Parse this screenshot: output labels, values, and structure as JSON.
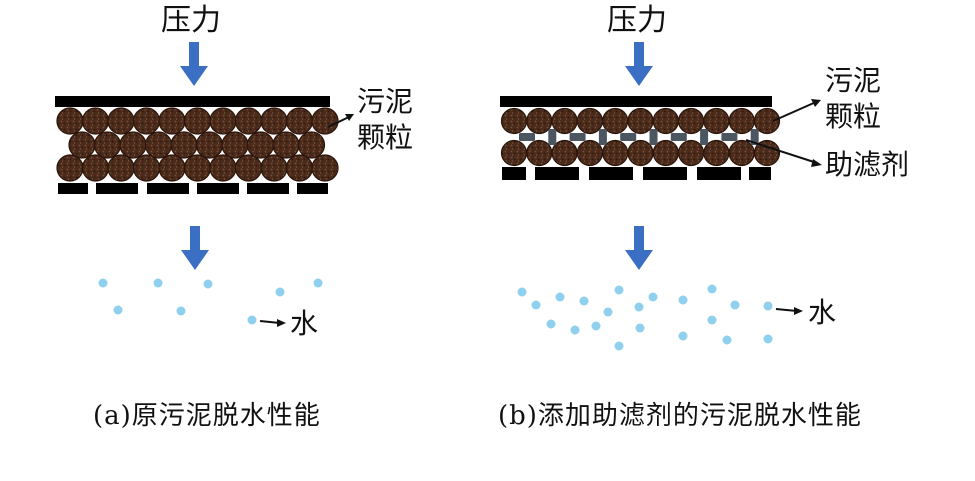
{
  "panel_a": {
    "pressure_label": "压力",
    "sludge_label_line1": "污泥",
    "sludge_label_line2": "颗粒",
    "water_label": "水",
    "caption": "(a)原污泥脱水性能"
  },
  "panel_b": {
    "pressure_label": "压力",
    "sludge_label_line1": "污泥",
    "sludge_label_line2": "颗粒",
    "filter_aid_label": "助滤剂",
    "water_label": "水",
    "caption": "(b)添加助滤剂的污泥脱水性能"
  },
  "colors": {
    "arrow_blue": "#3a6fc4",
    "plate_black": "#000000",
    "particle_brown": "#4a2a1a",
    "particle_outline": "#2a140a",
    "filter_aid_gray": "#4b5660",
    "water_drop": "#8fd0ee"
  }
}
